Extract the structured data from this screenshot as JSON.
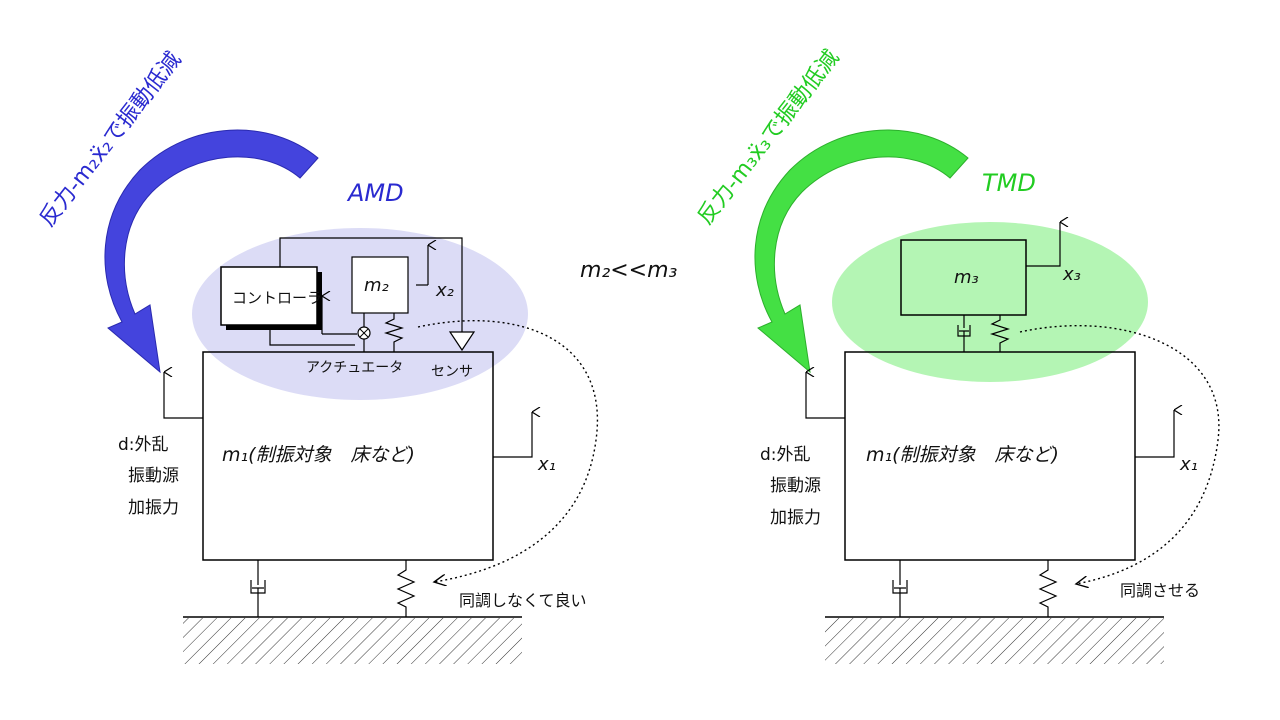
{
  "middle_relation": "m₂<<m₃",
  "left": {
    "title": "AMD",
    "arc_label": "反力-m₂ẍ₂で振動低減",
    "controller": "コントローラ",
    "mass_small": "m₂",
    "mass_small_disp": "x₂",
    "actuator": "アクチュエータ",
    "sensor": "センサ",
    "main_mass": "m₁(制振対象　床など)",
    "main_disp": "x₁",
    "disturbance_1": "d:外乱",
    "disturbance_2": "振動源",
    "disturbance_3": "加振力",
    "tuning_note": "同調しなくて良い",
    "colors": {
      "accent": "#3333dd",
      "ellipse": "#dcdcf6"
    }
  },
  "right": {
    "title": "TMD",
    "arc_label": "反力-m₃ẍ₃で振動低減",
    "mass_small": "m₃",
    "mass_small_disp": "x₃",
    "main_mass": "m₁(制振対象　床など)",
    "main_disp": "x₁",
    "disturbance_1": "d:外乱",
    "disturbance_2": "振動源",
    "disturbance_3": "加振力",
    "tuning_note": "同調させる",
    "colors": {
      "accent": "#33dd33",
      "ellipse": "#b4f5b4"
    }
  }
}
